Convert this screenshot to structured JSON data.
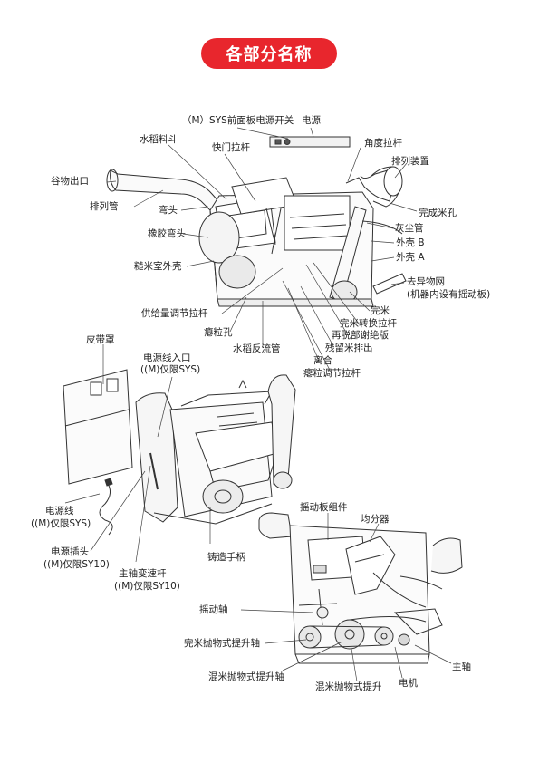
{
  "title": "各部分名称",
  "diagram1": {
    "labels": {
      "m_switch": "（M）SYS前面板电源开关",
      "power": "电源",
      "hopper": "水稻料斗",
      "shutter": "快门拉杆",
      "angle_lever": "角度拉杆",
      "grain_outlet": "谷物出口",
      "discharge_device": "排列装置",
      "discharge_pipe": "排列管",
      "elbow": "弯头",
      "finished_hole": "完成米孔",
      "dust_pipe": "灰尘管",
      "rubber_elbow": "橡胶弯头",
      "shell_b": "外壳 B",
      "shell_a": "外壳 A",
      "bran_cover": "糙米室外壳",
      "foreign_net": "去异物网",
      "foreign_net_note": "(机器内设有摇动板)",
      "finished_rice": "完米",
      "feed_lever": "供给量调节拉杆",
      "switch_lever": "完米转换拉杆",
      "dehull_plate": "再脱部谢绝版",
      "bump_hole": "瘪粒孔",
      "residual": "残留米排出",
      "return_pipe": "水稻反流管",
      "clutch": "离合",
      "bump_lever": "瘪粒调节拉杆"
    }
  },
  "diagram2": {
    "labels": {
      "belt_cover": "皮带罩",
      "power_inlet": "电源线入口",
      "power_inlet_note": "((M)仅限SYS)",
      "power_cord": "电源线",
      "power_cord_note": "((M)仅限SYS)",
      "plug": "电源插头",
      "plug_note": "((M)仅限SY10)",
      "shaft_lever": "主轴变速杆",
      "shaft_lever_note": "((M)仅限SY10)",
      "cast_handle": "铸造手柄"
    }
  },
  "diagram3": {
    "labels": {
      "shaker_assembly": "摇动板组件",
      "distributor": "均分器",
      "shaker_shaft": "摇动轴",
      "finished_lift_shaft": "完米抛物式提升轴",
      "main_shaft": "主轴",
      "mixed_lift_shaft": "混米抛物式提升轴",
      "mixed_lift": "混米抛物式提升",
      "motor": "电机"
    }
  }
}
